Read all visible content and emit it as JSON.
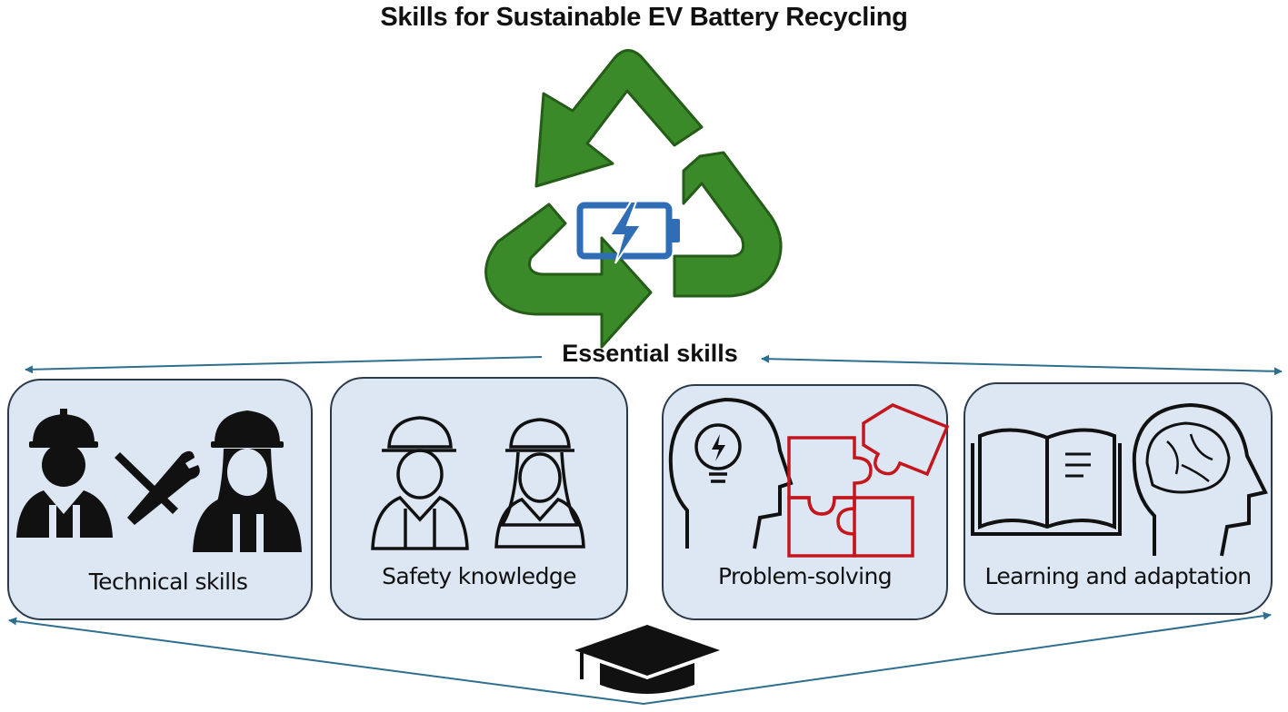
{
  "diagram": {
    "title": "Skills for Sustainable EV Battery Recycling",
    "center_label": "Essential skills",
    "skills": [
      {
        "label": "Technical skills",
        "icon": "technical-workers-icon"
      },
      {
        "label": "Safety knowledge",
        "icon": "safety-workers-icon"
      },
      {
        "label": "Problem-solving",
        "icon": "problem-solving-icon"
      },
      {
        "label": "Learning and adaptation",
        "icon": "learning-icon"
      }
    ],
    "colors": {
      "recycle_green": "#3a8a2a",
      "recycle_outline": "#245c18",
      "battery_blue": "#2f6db5",
      "card_fill": "#dce7f3",
      "card_border": "#2b3a4a",
      "arrow": "#2e6f8e",
      "puzzle_red": "#c4161c"
    }
  }
}
